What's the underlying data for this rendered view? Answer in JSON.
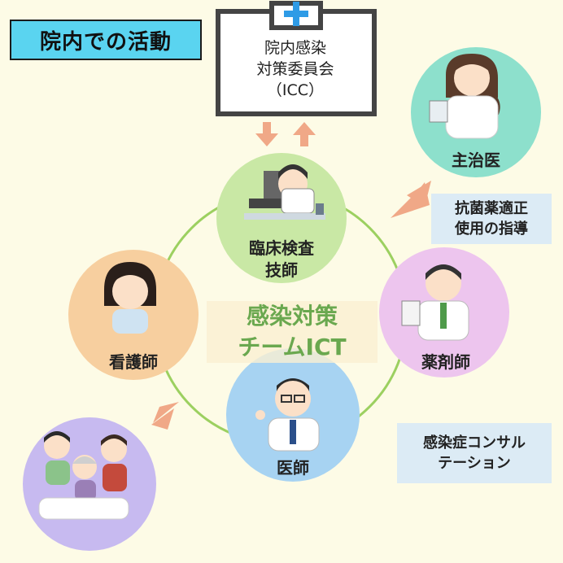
{
  "title": "院内での活動",
  "icc": {
    "line1": "院内感染",
    "line2": "対策委員会",
    "line3": "（ICC）"
  },
  "team": {
    "line1": "感染対策",
    "line2": "チームICT"
  },
  "roles": {
    "attending": "主治医",
    "lab_line1": "臨床検査",
    "lab_line2": "技師",
    "nurse": "看護師",
    "pharmacist": "薬剤師",
    "doctor": "医師"
  },
  "notes": {
    "antibiotic_line1": "抗菌薬適正",
    "antibiotic_line2": "使用の指導",
    "consult_line1": "感染症コンサル",
    "consult_line2": "テーション"
  }
}
